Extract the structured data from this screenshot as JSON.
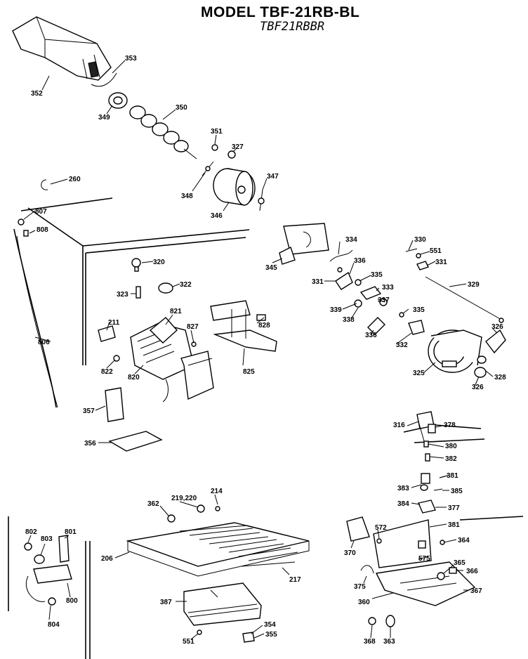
{
  "header": {
    "title": "MODEL TBF-21RB-BL",
    "subtitle": "TBF21RBBR"
  },
  "callouts": [
    "353",
    "352",
    "349",
    "350",
    "351",
    "327",
    "348",
    "346",
    "347",
    "260",
    "807",
    "808",
    "806",
    "320",
    "322",
    "323",
    "821",
    "827",
    "828",
    "825",
    "211",
    "822",
    "820",
    "357",
    "356",
    "345",
    "334",
    "331",
    "336",
    "335",
    "333",
    "337",
    "339",
    "338",
    "335",
    "336",
    "332",
    "330",
    "551",
    "331",
    "329",
    "326",
    "325",
    "326",
    "328",
    "316",
    "378",
    "380",
    "382",
    "381",
    "383",
    "385",
    "384",
    "377",
    "214",
    "219,220",
    "362",
    "206",
    "217",
    "387",
    "354",
    "355",
    "551",
    "802",
    "803",
    "801",
    "804",
    "800",
    "370",
    "572",
    "381",
    "364",
    "575",
    "365",
    "366",
    "375",
    "367",
    "360",
    "368",
    "363"
  ]
}
